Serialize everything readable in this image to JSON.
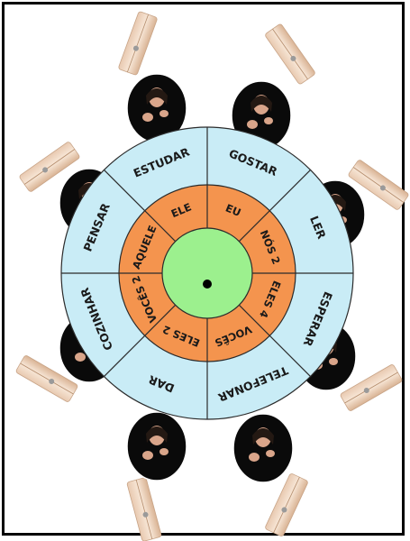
{
  "wheel": {
    "outer_words": [
      "GOSTAR",
      "LER",
      "ESPERAR",
      "TELEFONAR",
      "DAR",
      "COZINHAR",
      "PENSAR",
      "ESTUDAR"
    ],
    "inner_words": [
      "EU",
      "NÓS 2",
      "ELES 4",
      "VOCÊS",
      "ELES 2",
      "VOCÊS 2",
      "AQUELE",
      "ELE"
    ],
    "colors": {
      "outer_ring": "#c9ecf6",
      "inner_ring": "#f4944e",
      "hub": "#9cf08e",
      "center_dot": "#000000",
      "lines": "#2b2b2b"
    }
  },
  "photos": [
    {
      "label": "signer-gostar"
    },
    {
      "label": "signer-ler"
    },
    {
      "label": "signer-esperar"
    },
    {
      "label": "signer-telefonar"
    },
    {
      "label": "signer-dar"
    },
    {
      "label": "signer-cozinhar"
    },
    {
      "label": "signer-pensar"
    },
    {
      "label": "signer-estudar"
    }
  ]
}
